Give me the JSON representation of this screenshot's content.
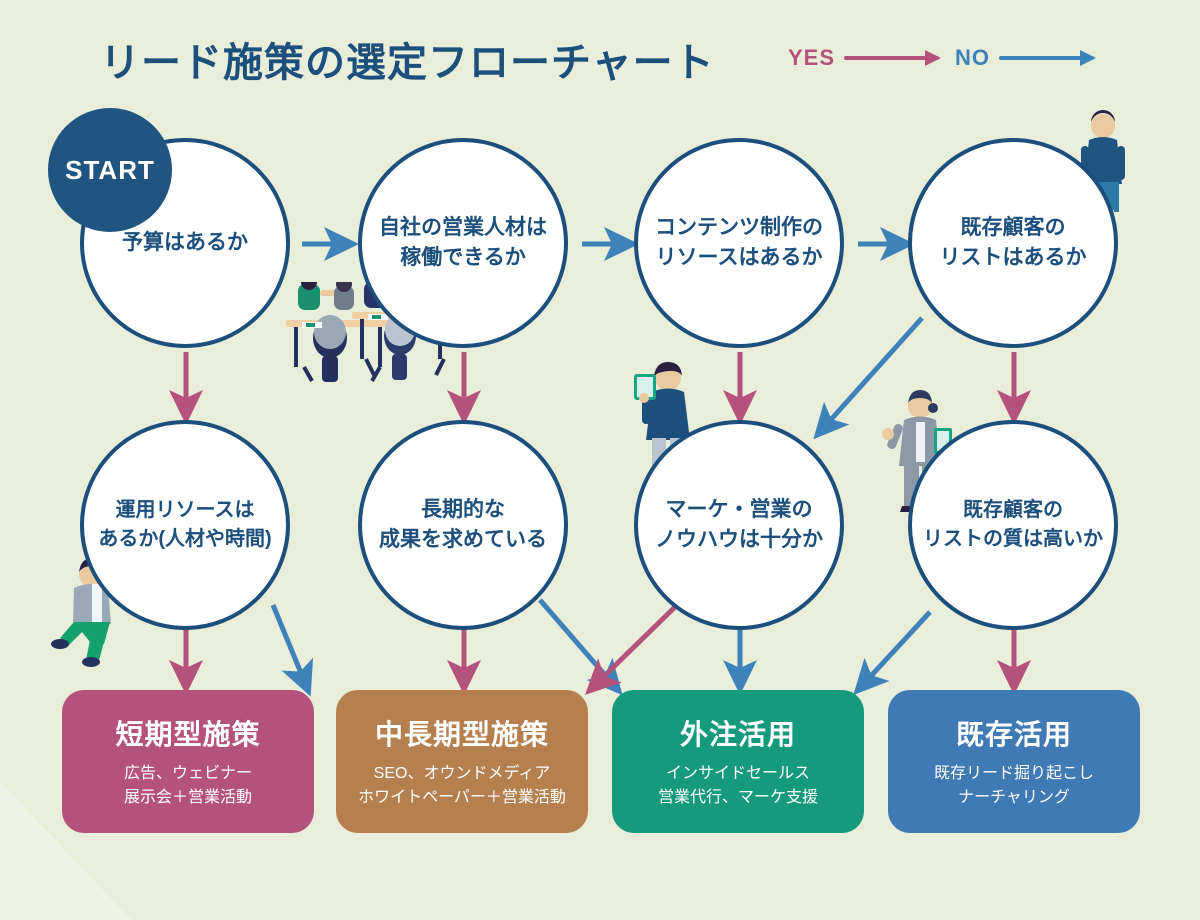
{
  "title": "リード施策の選定フローチャート",
  "legend": {
    "yes_label": "YES",
    "no_label": "NO",
    "yes_color": "#b4527b",
    "no_color": "#3d82b8"
  },
  "start_badge": "START",
  "colors": {
    "background": "#e9eedb",
    "node_border": "#1c4f7c",
    "node_text": "#1c4f7c",
    "title": "#1c4f7c",
    "start_fill": "#1f5580",
    "result_short": "#b4527b",
    "result_mid": "#b5804e",
    "result_outsource": "#159a7c",
    "result_existing": "#3f7ab5"
  },
  "nodes": [
    {
      "id": "n1",
      "label": "予算はあるか"
    },
    {
      "id": "n2",
      "label": "自社の営業人材は\n稼働できるか"
    },
    {
      "id": "n3",
      "label": "コンテンツ制作の\nリソースはあるか"
    },
    {
      "id": "n4",
      "label": "既存顧客の\nリストはあるか"
    },
    {
      "id": "n5",
      "label": "運用リソースは\nあるか(人材や時間)"
    },
    {
      "id": "n6",
      "label": "長期的な\n成果を求めている"
    },
    {
      "id": "n7",
      "label": "マーケ・営業の\nノウハウは十分か"
    },
    {
      "id": "n8",
      "label": "既存顧客の\nリストの質は高いか"
    }
  ],
  "results": [
    {
      "id": "r1",
      "title": "短期型施策",
      "subtitle": "広告、ウェビナー\n展示会＋営業活動",
      "color": "#b4527b"
    },
    {
      "id": "r2",
      "title": "中長期型施策",
      "subtitle": "SEO、オウンドメディア\nホワイトペーパー＋営業活動",
      "color": "#b5804e"
    },
    {
      "id": "r3",
      "title": "外注活用",
      "subtitle": "インサイドセールス\n営業代行、マーケ支援",
      "color": "#159a7c"
    },
    {
      "id": "r4",
      "title": "既存活用",
      "subtitle": "既存リード掘り起こし\nナーチャリング",
      "color": "#3f7ab5"
    }
  ],
  "connections": [
    {
      "from": "n1",
      "to": "n2",
      "answer": "NO"
    },
    {
      "from": "n2",
      "to": "n3",
      "answer": "NO"
    },
    {
      "from": "n3",
      "to": "n4",
      "answer": "NO"
    },
    {
      "from": "n1",
      "to": "n5",
      "answer": "YES"
    },
    {
      "from": "n2",
      "to": "n6",
      "answer": "YES"
    },
    {
      "from": "n3",
      "to": "n7",
      "answer": "YES"
    },
    {
      "from": "n4",
      "to": "n8",
      "answer": "YES"
    },
    {
      "from": "n4",
      "to": "n7",
      "answer": "NO"
    },
    {
      "from": "n5",
      "to": "r1",
      "answer": "YES"
    },
    {
      "from": "n5",
      "to": "r2",
      "answer": "NO"
    },
    {
      "from": "n6",
      "to": "r2",
      "answer": "YES"
    },
    {
      "from": "n6",
      "to": "r3",
      "answer": "NO"
    },
    {
      "from": "n7",
      "to": "r3",
      "answer": "NO"
    },
    {
      "from": "n7",
      "to": "r2",
      "answer": "YES"
    },
    {
      "from": "n8",
      "to": "r4",
      "answer": "YES"
    },
    {
      "from": "n8",
      "to": "r3",
      "answer": "NO"
    }
  ]
}
